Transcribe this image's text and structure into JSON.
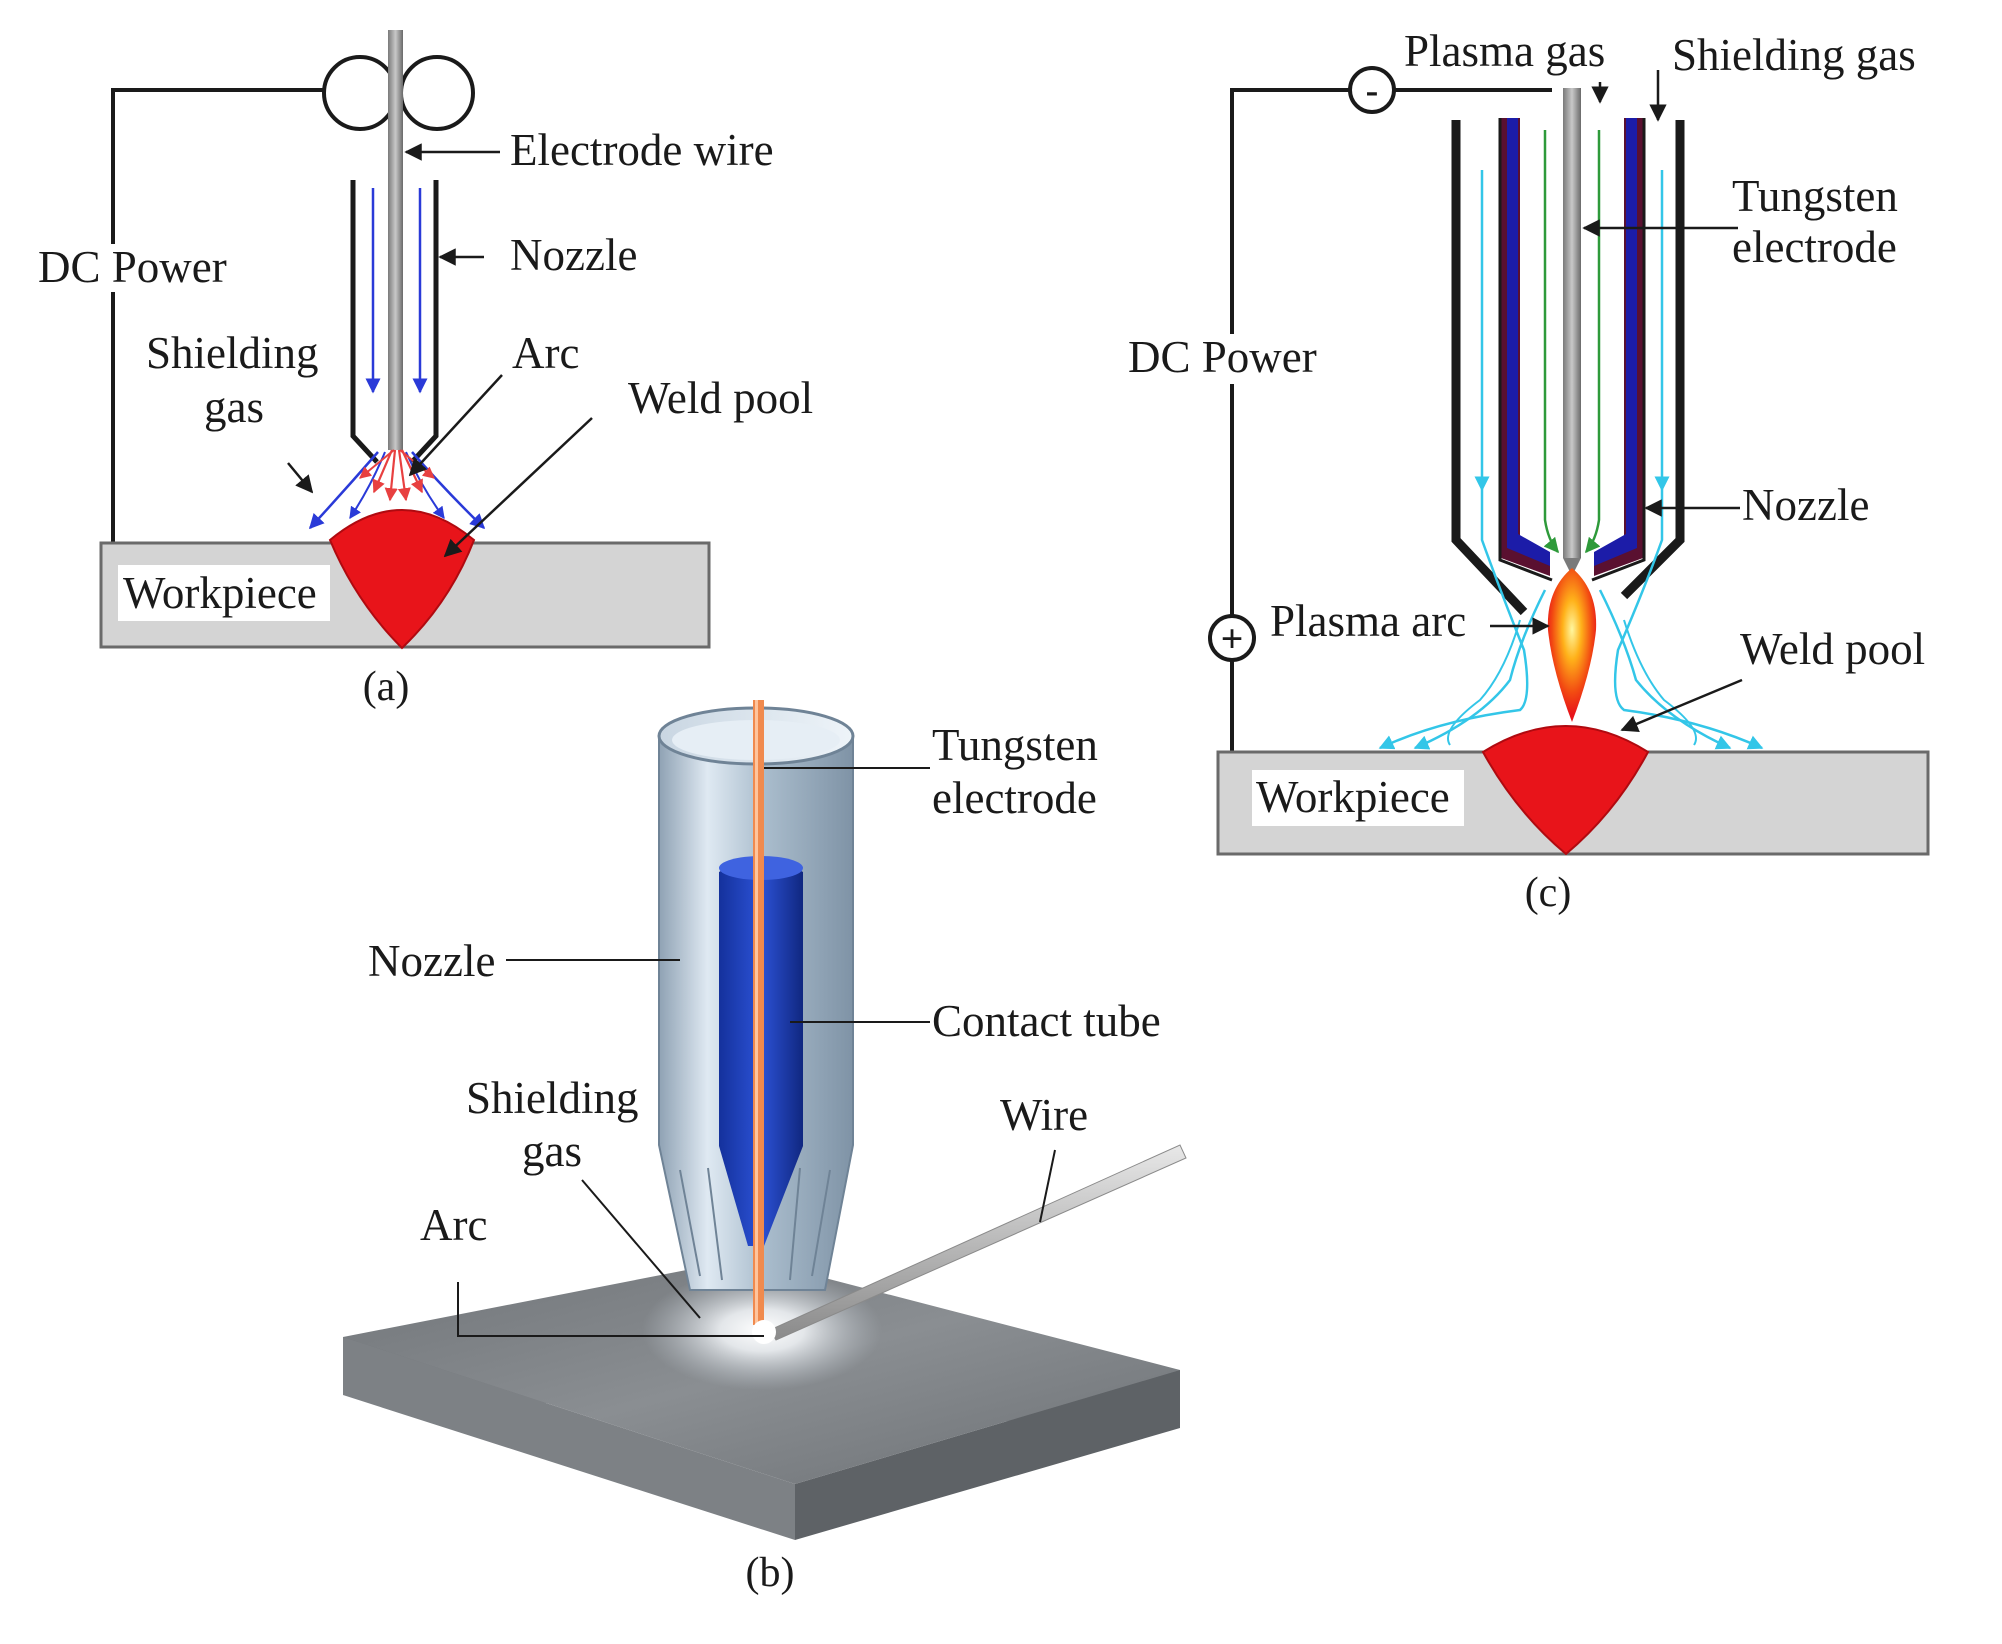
{
  "panel_a": {
    "caption": "(a)",
    "labels": {
      "electrode_wire": "Electrode wire",
      "nozzle": "Nozzle",
      "dc_power": "DC Power",
      "shielding_gas_line1": "Shielding",
      "shielding_gas_line2": "gas",
      "arc": "Arc",
      "weld_pool": "Weld pool",
      "workpiece": "Workpiece"
    }
  },
  "panel_b": {
    "caption": "(b)",
    "labels": {
      "tungsten_electrode_line1": "Tungsten",
      "tungsten_electrode_line2": "electrode",
      "nozzle": "Nozzle",
      "contact_tube": "Contact tube",
      "shielding_gas_line1": "Shielding",
      "shielding_gas_line2": "gas",
      "wire": "Wire",
      "arc": "Arc"
    }
  },
  "panel_c": {
    "caption": "(c)",
    "labels": {
      "plasma_gas": "Plasma gas",
      "shielding_gas": "Shielding gas",
      "tungsten_electrode_line1": "Tungsten",
      "tungsten_electrode_line2": "electrode",
      "dc_power": "DC Power",
      "nozzle": "Nozzle",
      "plasma_arc": "Plasma arc",
      "weld_pool": "Weld pool",
      "workpiece": "Workpiece",
      "minus_sign": "-",
      "plus_sign": "+"
    }
  },
  "colors": {
    "weld_pool": "#e8141a",
    "workpiece": "#d4d4d4",
    "shielding_flow_a": "#2a3ad8",
    "arc_a": "#e84040",
    "cyan_flow": "#33c6e8",
    "green_flow": "#2e9a3a",
    "blue_layer": "#1c1ca8",
    "maroon_layer": "#5a1030",
    "contact_tube": "#1e3fbf",
    "tungsten_b": "#f08a4e"
  }
}
